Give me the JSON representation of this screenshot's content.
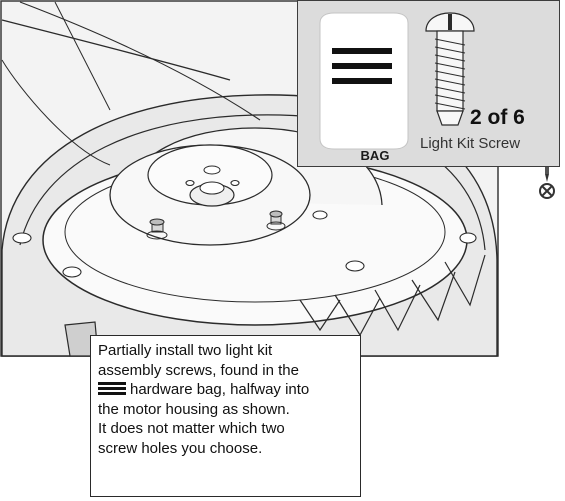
{
  "callout": {
    "bag_label": "BAG",
    "count": "2 of 6",
    "part_name": "Light Kit Screw"
  },
  "instructions": {
    "lines": [
      "Partially install two light kit",
      "assembly screws, found in the",
      "hardware bag, halfway into",
      "the motor housing as shown.",
      "It does not matter which two",
      "screw holes you choose."
    ],
    "bag_icon": "triple-bar-bag-icon"
  },
  "icons": {
    "screwdriver": "phillips-screwdriver-icon",
    "drive_type": "phillips-circle-icon"
  },
  "colors": {
    "callout_bg": "#dcdcdc",
    "line": "#2b2b2b",
    "housing": "#f4f4f4"
  }
}
